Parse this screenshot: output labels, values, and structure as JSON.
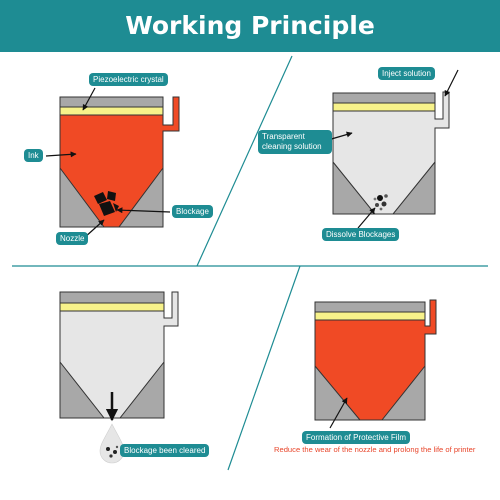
{
  "title": "Working Principle",
  "colors": {
    "teal": "#1e8c93",
    "ink": "#f04a25",
    "crystal": "#f7f28a",
    "chamber_gray": "#a8a8a8",
    "cleaning_solution": "#e6e6e6",
    "caption_red": "#e8452a"
  },
  "panels": {
    "top_left": {
      "labels": {
        "crystal": "Piezoelectric crystal",
        "ink": "Ink",
        "blockage": "Blockage",
        "nozzle": "Nozzle"
      }
    },
    "top_right": {
      "labels": {
        "inject": "Inject solution",
        "solution": "Transparent cleaning solution",
        "dissolve": "Dissolve Blockages"
      }
    },
    "bottom_left": {
      "labels": {
        "cleared": "Blockage been cleared"
      }
    },
    "bottom_right": {
      "labels": {
        "film": "Formation of Protective Film"
      },
      "caption": "Reduce the wear of the nozzle and prolong the life of printer"
    }
  }
}
